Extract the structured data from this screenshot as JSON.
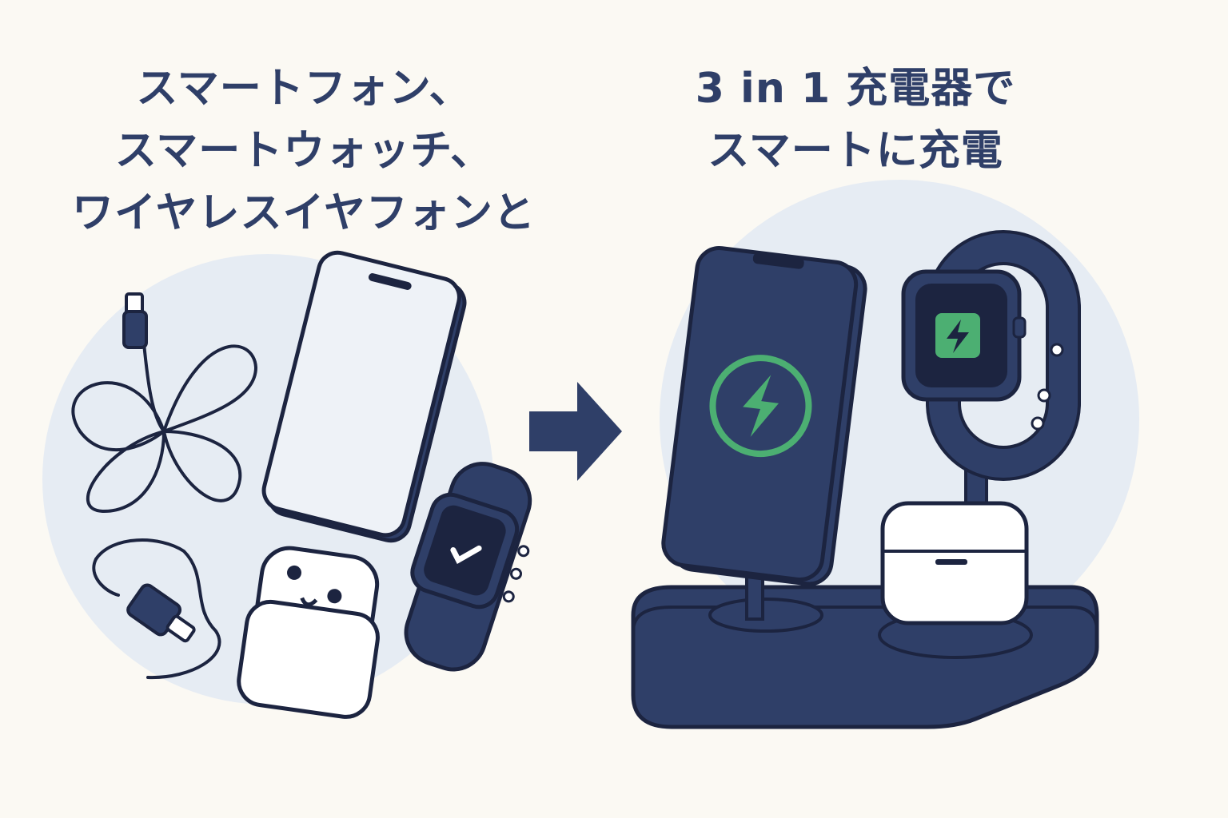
{
  "left_heading": {
    "lines": [
      "スマートフォン、",
      "スマートウォッチ、",
      "ワイヤレスイヤフォンと"
    ]
  },
  "right_heading": {
    "lines": [
      "3 in 1 充電器で",
      "スマートに充電"
    ]
  },
  "colors": {
    "navy": "#2f3f68",
    "outline": "#1c2440",
    "background": "#fbf9f3",
    "circle": "#e6ecf3",
    "charge_green": "#4caf72",
    "white_device": "#ffffff"
  },
  "icons": [
    "usb-cable-icon",
    "smartphone-icon",
    "smartwatch-icon",
    "earbuds-case-icon",
    "arrow-right-icon",
    "charging-bolt-icon",
    "charging-stand-icon"
  ]
}
